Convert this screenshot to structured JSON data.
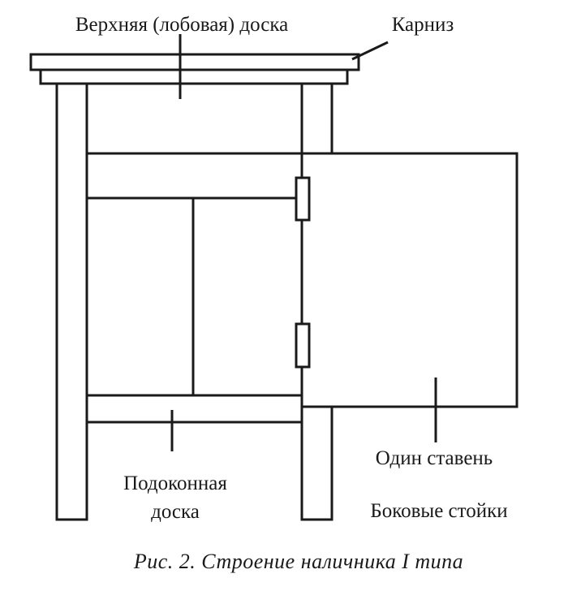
{
  "labels": {
    "top_board": "Верхняя (лобовая) доска",
    "cornice": "Карниз",
    "sill_line1": "Подоконная",
    "sill_line2": "доска",
    "shutter": "Один ставень",
    "side_posts": "Боковые стойки"
  },
  "caption": "Рис. 2. Строение наличника I типа"
}
